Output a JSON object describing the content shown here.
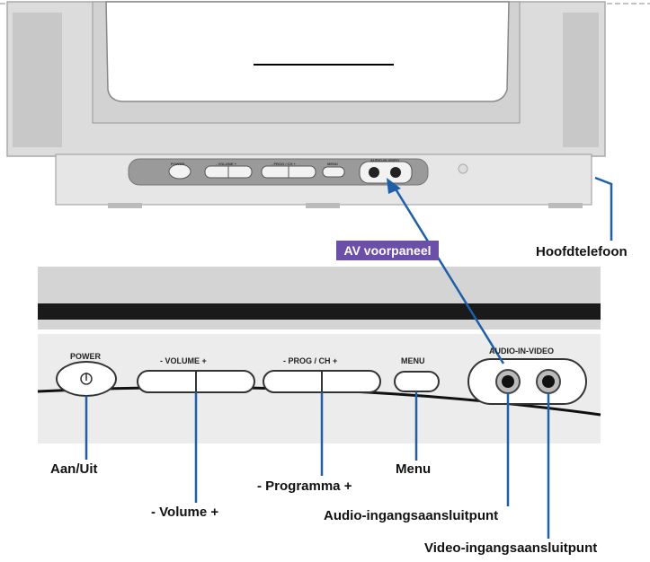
{
  "front_panel": {
    "power_label": "POWER",
    "volume_label": "- VOLUME +",
    "prog_label": "- PROG / CH +",
    "menu_label": "MENU",
    "av_label": "AUDIO-IN-VIDEO"
  },
  "callouts": {
    "av_front": "AV voorpaneel",
    "headphones": "Hoofdtelefoon",
    "power": "Aan/Uit",
    "volume": "- Volume +",
    "program": "- Programma +",
    "menu": "Menu",
    "audio_in": "Audio-ingangsaansluitpunt",
    "video_in": "Video-ingangsaansluitpunt"
  },
  "colors": {
    "leader_line": "#1f5fa8",
    "av_box": "#6b4fa8",
    "tv_body": "#dcdcdc",
    "speaker_grille": "#c8c8c8"
  }
}
